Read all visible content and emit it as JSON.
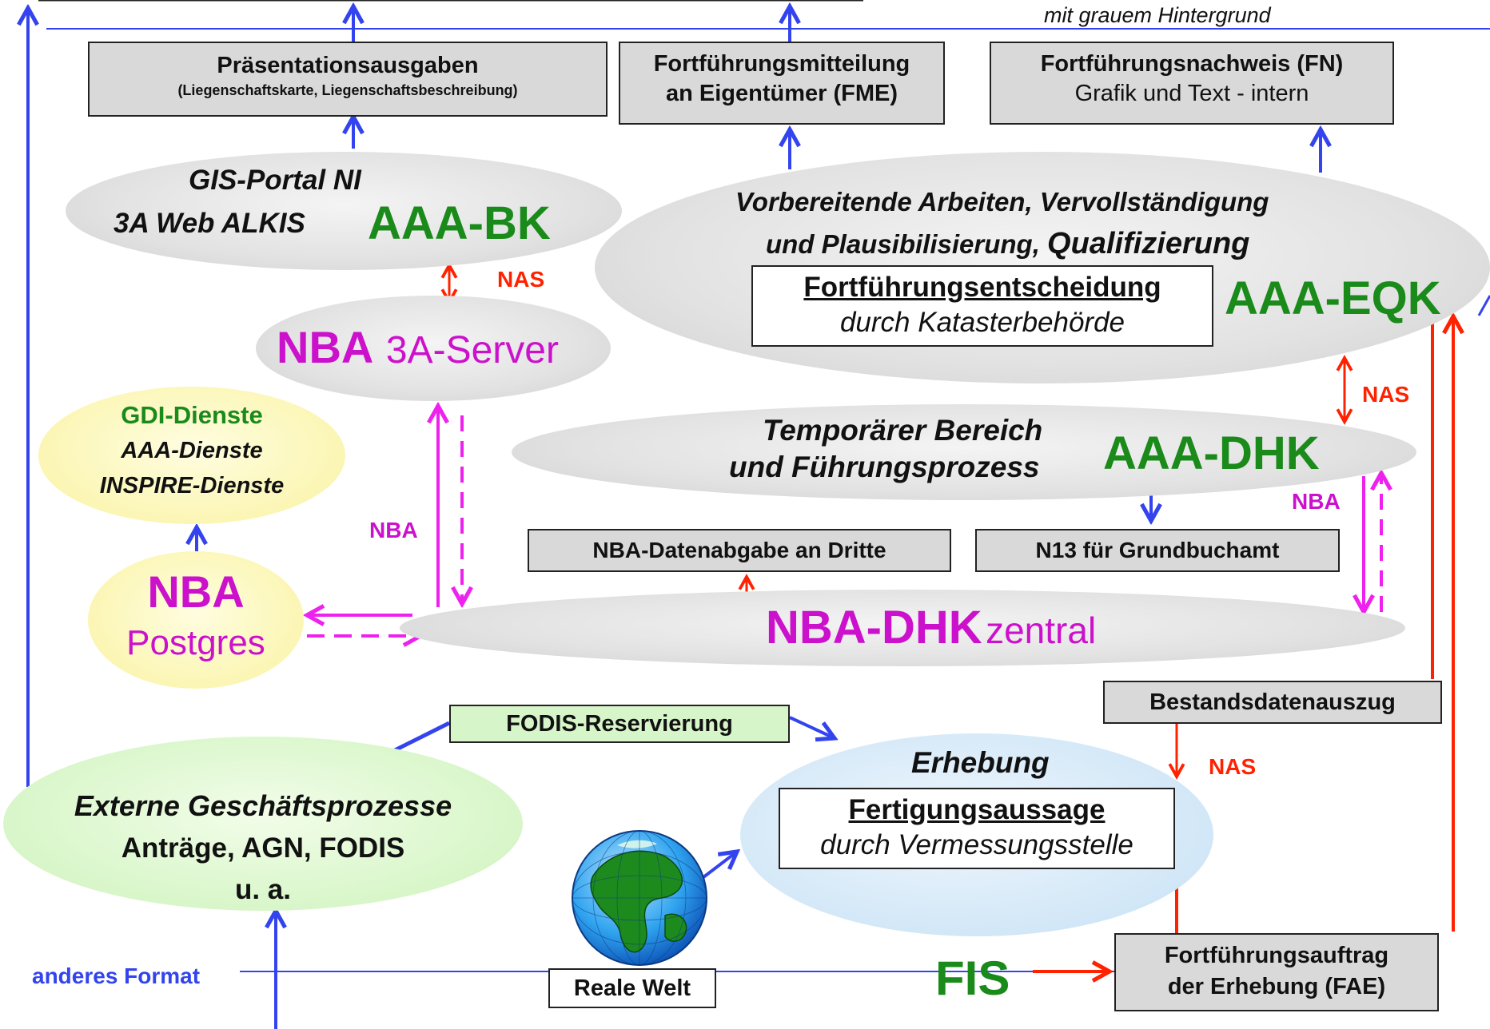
{
  "header_note": "mit grauem Hintergrund",
  "boxes": {
    "praesentation_title": "Präsentationsausgaben",
    "praesentation_sub": "(Liegenschaftskarte, Liegenschaftsbeschreibung)",
    "fme_line1": "Fortführungsmitteilung",
    "fme_line2": "an Eigentümer (FME)",
    "fn_line1": "Fortführungsnachweis (FN)",
    "fn_line2": "Grafik und Text - intern",
    "entscheidung_title": "Fortführungsentscheidung",
    "entscheidung_sub": "durch Katasterbehörde",
    "nba_abgabe": "NBA-Datenabgabe an Dritte",
    "n13": "N13 für Grundbuchamt",
    "bestand": "Bestandsdatenauszug",
    "fodis_res": "FODIS-Reservierung",
    "fertigung_title": "Fertigungsaussage",
    "fertigung_sub": "durch Vermessungsstelle",
    "reale_welt": "Reale Welt",
    "fae_line1": "Fortführungsauftrag",
    "fae_line2": "der Erhebung (FAE)"
  },
  "ellipses": {
    "gis_line1": "GIS-Portal NI",
    "gis_line2": "3A Web ALKIS",
    "aaa_bk": "AAA-BK",
    "nba_server_bold": "NBA",
    "nba_server_rest": "3A-Server",
    "vorb_line1": "Vorbereitende Arbeiten, Vervollständigung",
    "vorb_line2a": "und Plausibilisierung, ",
    "vorb_line2b": "Qualifizierung",
    "aaa_eqk": "AAA-EQK",
    "gdi_line1": "GDI-Dienste",
    "gdi_line2": "AAA-Dienste",
    "gdi_line3": "INSPIRE-Dienste",
    "temp_line1": "Temporärer Bereich",
    "temp_line2": "und Führungsprozess",
    "aaa_dhk": "AAA-DHK",
    "nba_pg_line1": "NBA",
    "nba_pg_line2": "Postgres",
    "nba_dhk_bold": "NBA-DHK",
    "nba_dhk_rest": "zentral",
    "extern_line1": "Externe Geschäftsprozesse",
    "extern_line2": "Anträge, AGN, FODIS",
    "extern_line3": "u. a.",
    "erhebung": "Erhebung"
  },
  "labels": {
    "nas_1": "NAS",
    "nas_2": "NAS",
    "nas_3": "NAS",
    "nba_left": "NBA",
    "nba_right": "NBA",
    "fis": "FIS",
    "anderes_format": "anderes Format"
  },
  "colors": {
    "blue_arrow": "#3344ee",
    "red_arrow": "#ff2200",
    "magenta_arrow": "#ee22ee",
    "green_text": "#1a8a1a",
    "magenta_text": "#cc11cc"
  }
}
